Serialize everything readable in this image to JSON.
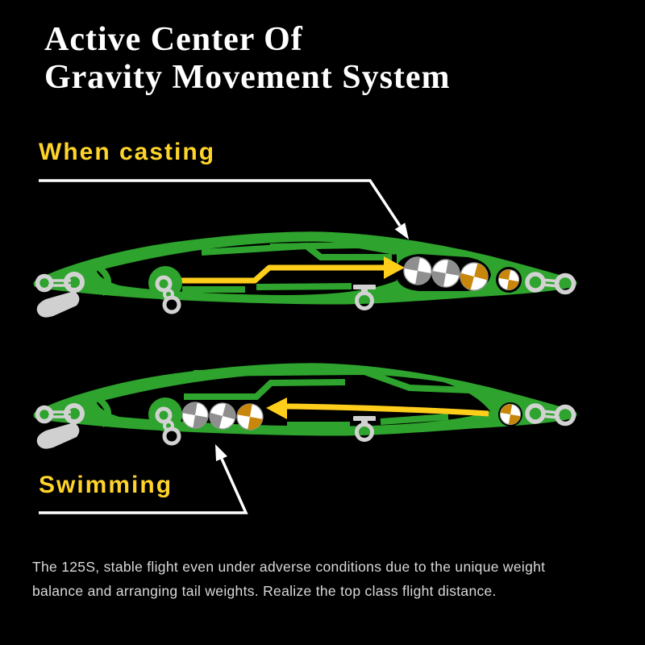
{
  "title": {
    "line1": "Active Center Of",
    "line2": "Gravity Movement System"
  },
  "diagrams": {
    "casting": {
      "label": "When casting"
    },
    "swimming": {
      "label": "Swimming"
    }
  },
  "description": {
    "line1": "The 125S, stable flight even under adverse conditions due to the unique weight",
    "line2": "balance and arranging tail weights. Realize the top class flight distance."
  },
  "colors": {
    "background": "#000000",
    "title": "#ffffff",
    "label": "#ffd42a",
    "description": "#d9d9d9",
    "body_green": "#2ea32d",
    "arrow_yellow": "#ffce1b",
    "callout_white": "#ffffff",
    "gold_weight": "#c8860a",
    "silver_weight": "#8f8f8f",
    "hardware_gray": "#d2d2d2",
    "lip_gray": "#d0d0d0"
  }
}
